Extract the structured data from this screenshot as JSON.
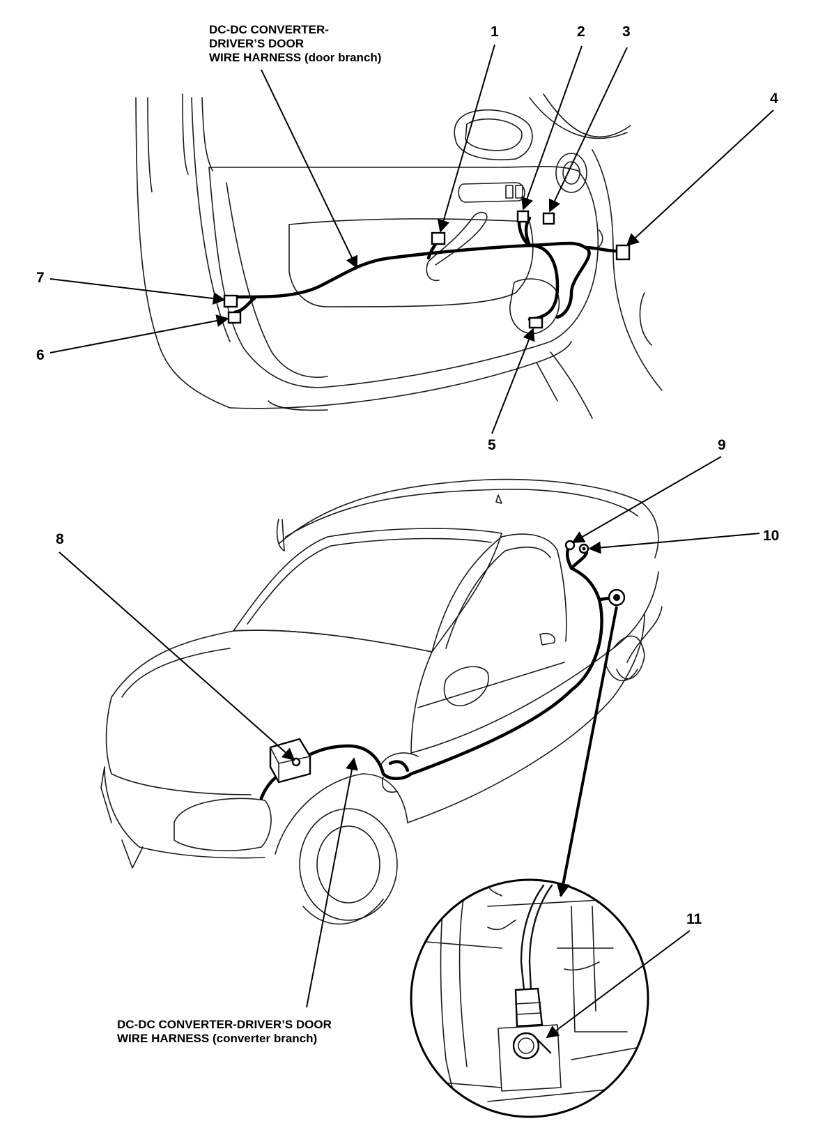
{
  "labels": {
    "door_branch": [
      "DC-DC CONVERTER-",
      "DRIVER’S DOOR",
      "WIRE HARNESS (door branch)"
    ],
    "converter_branch": [
      "DC-DC CONVERTER-DRIVER’S DOOR",
      "WIRE HARNESS (converter branch)"
    ]
  },
  "callouts": [
    "1",
    "2",
    "3",
    "4",
    "5",
    "6",
    "7",
    "8",
    "9",
    "10",
    "11"
  ]
}
